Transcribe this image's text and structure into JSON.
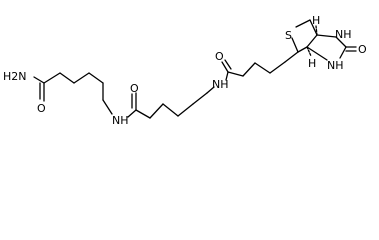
{
  "structure": {
    "atom_labels": {
      "amide_nh2": "H2N",
      "amide_o1": "O",
      "nh1": "NH",
      "amide_o2": "O",
      "nh2": "NH",
      "amide_o3": "O",
      "sulfur": "S",
      "stereo_h_top": "H",
      "stereo_h_bottom": "H",
      "ring_nh_top": "NH",
      "ring_nh_bottom": "NH",
      "urea_o": "O"
    }
  }
}
